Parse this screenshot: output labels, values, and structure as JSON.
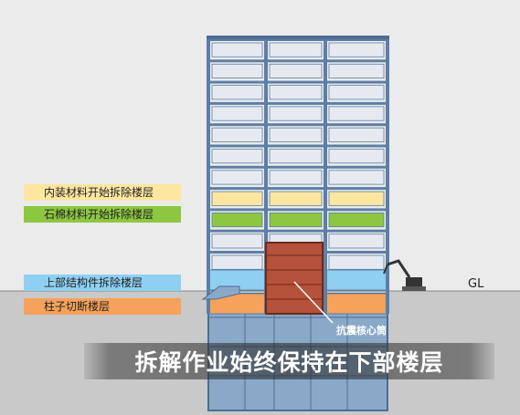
{
  "labels": {
    "interior": "内装材料开始拆除楼层",
    "asbestos": "石棉材料开始拆除楼层",
    "upper_structure": "上部结构件拆除楼层",
    "column_cut": "柱子切断楼层",
    "ground_level": "GL",
    "seismic_core": "抗震核心筒"
  },
  "caption": "拆解作业始终保持在下部楼层",
  "colors": {
    "interior": "#fde6a0",
    "asbestos": "#8dc63f",
    "upper_structure": "#8fd0f2",
    "column_cut": "#f7a25b",
    "core": "#b5523b",
    "structure": "#5d7fa6",
    "basement": "#8aa9c9",
    "ground": "#c9c9c9"
  }
}
